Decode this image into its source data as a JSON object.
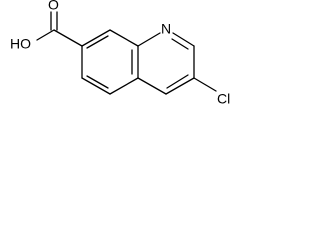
{
  "molecule": {
    "atoms": {
      "ring_nitrogen": "N",
      "carbonyl_oxygen": "O",
      "hydroxyl": "HO",
      "chlorine": "Cl"
    },
    "colors": {
      "bond": "#000000",
      "label": "#000000",
      "background": "#ffffff"
    }
  }
}
